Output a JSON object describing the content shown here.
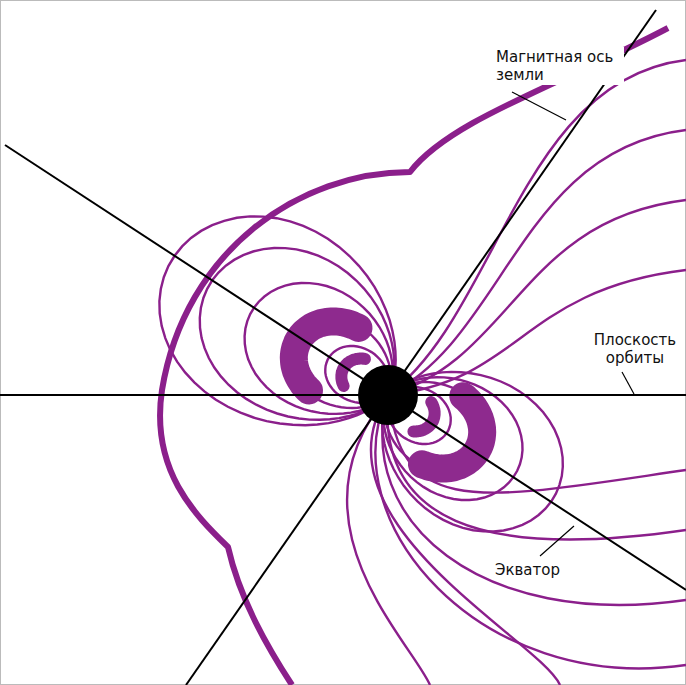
{
  "diagram": {
    "labels": [
      "Магнитная ось земли",
      "Плоскость орбиты",
      "Экватор"
    ]
  }
}
